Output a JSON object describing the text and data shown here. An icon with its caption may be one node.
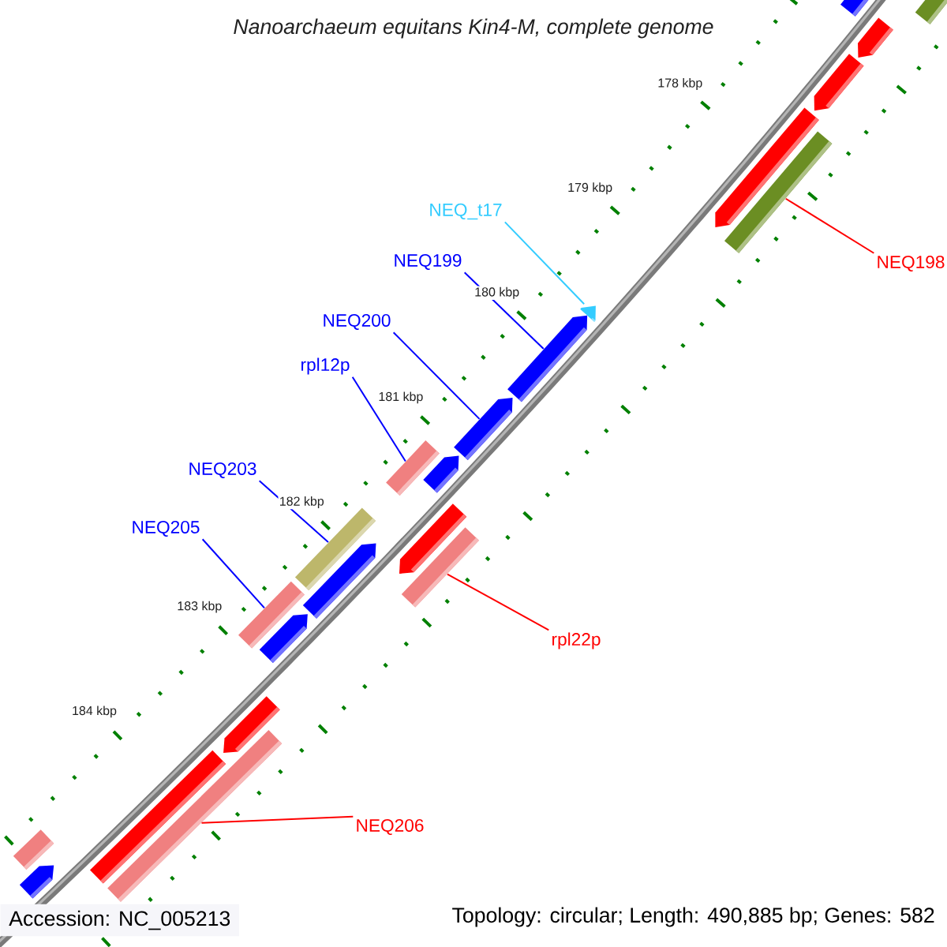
{
  "diagram": {
    "title": "Nanoarchaeum equitans Kin4-M, complete genome",
    "nodes": [
      {
        "text": [
          "NEQ_t17"
        ]
      },
      {
        "text": [
          "NEQ199"
        ]
      },
      {
        "text": [
          "NEQ200"
        ]
      },
      {
        "text": [
          "rpl12p"
        ]
      },
      {
        "text": [
          "NEQ203"
        ]
      },
      {
        "text": [
          "NEQ205"
        ]
      },
      {
        "text": [
          "NEQ198"
        ]
      },
      {
        "text": [
          "rpl22p"
        ]
      },
      {
        "text": [
          "NEQ206"
        ]
      },
      {
        "text": [],
        "shape": "arrow"
      },
      {
        "text": [],
        "shape": "arrow"
      },
      {
        "text": [],
        "shape": "arrow"
      },
      {
        "text": [],
        "shape": "bar"
      },
      {
        "text": [],
        "shape": "bar"
      },
      {
        "text": [],
        "shape": "bar"
      },
      {
        "text": [],
        "shape": "bar"
      },
      {
        "text": [],
        "shape": "bar"
      },
      {
        "text": [],
        "shape": "bar"
      }
    ],
    "edges": [
      {
        "from": 0,
        "to": 9,
        "arrow": "none",
        "color": "#33ccff"
      },
      {
        "from": 1,
        "to": 10,
        "arrow": "none"
      },
      {
        "from": 2,
        "to": 11,
        "arrow": "none"
      },
      {
        "from": 3,
        "to": 12,
        "arrow": "none"
      },
      {
        "from": 4,
        "to": 13,
        "arrow": "none"
      },
      {
        "from": 5,
        "to": 14,
        "arrow": "none"
      },
      {
        "from": 6,
        "to": 15,
        "arrow": "none",
        "color": "#ff0000"
      },
      {
        "from": 7,
        "to": 16,
        "arrow": "none",
        "color": "#ff0000"
      },
      {
        "from": 8,
        "to": 17,
        "arrow": "none",
        "color": "#ff0000"
      }
    ],
    "labels": [
      "178 kbp",
      "179 kbp",
      "180 kbp",
      "181 kbp",
      "182 kbp",
      "183 kbp",
      "184 kbp",
      "Accession: NC_005213",
      "Topology: circular; Length: 490,885 bp; Genes: 582"
    ]
  }
}
